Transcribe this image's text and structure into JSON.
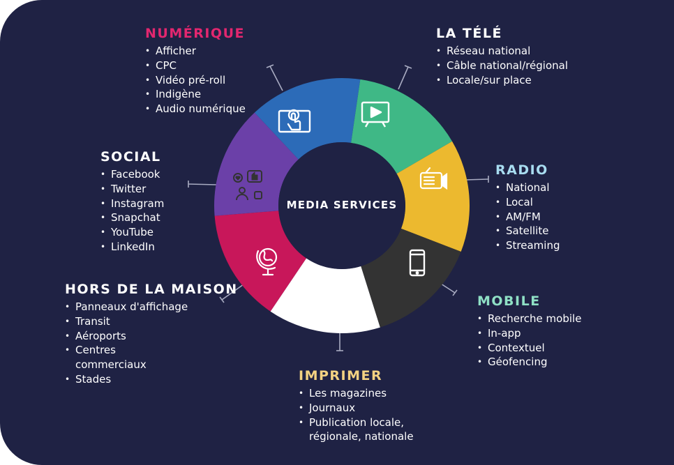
{
  "center_label": "MEDIA SERVICES",
  "colors": {
    "background": "#1f2244",
    "numerique": "#c8175a",
    "tele": "#6b40a8",
    "radio": "#2c6bb8",
    "mobile": "#3fb886",
    "imprimer": "#ecb92f",
    "hors": "#333333",
    "social": "#ffffff"
  },
  "groups": [
    {
      "key": "numerique",
      "title": "NUMÉRIQUE",
      "title_color": "#e3276f",
      "items": [
        "Afficher",
        "CPC",
        "Vidéo pré-roll",
        "Indigène",
        "Audio numérique"
      ]
    },
    {
      "key": "tele",
      "title": "LA TÉLÉ",
      "title_color": "#ffffff",
      "items": [
        "Réseau national",
        "Câble national/régional",
        "Locale/sur place"
      ]
    },
    {
      "key": "radio",
      "title": "RADIO",
      "title_color": "#a8dcf0",
      "items": [
        "National",
        "Local",
        "AM/FM",
        "Satellite",
        "Streaming"
      ]
    },
    {
      "key": "mobile",
      "title": "MOBILE",
      "title_color": "#8fe0c5",
      "items": [
        "Recherche mobile",
        "In-app",
        "Contextuel",
        "Géofencing"
      ]
    },
    {
      "key": "imprimer",
      "title": "IMPRIMER",
      "title_color": "#f3d282",
      "items": [
        "Les magazines",
        "Journaux",
        "Publication locale,",
        "régionale, nationale"
      ]
    },
    {
      "key": "hors",
      "title": "HORS DE LA MAISON",
      "title_color": "#ffffff",
      "items": [
        "Panneaux d'affichage",
        "Transit",
        "Aéroports",
        "Centres",
        "commerciaux",
        "Stades"
      ]
    },
    {
      "key": "social",
      "title": "SOCIAL",
      "title_color": "#ffffff",
      "items": [
        "Facebook",
        "Twitter",
        "Instagram",
        "Snapchat",
        "YouTube",
        "LinkedIn"
      ]
    }
  ],
  "icons": {
    "numerique": "touchscreen-icon",
    "tele": "tv-play-icon",
    "radio": "radio-icon",
    "mobile": "smartphone-icon",
    "imprimer": "print-layout-icon",
    "hors": "globe-icon",
    "social": "social-reactions-icon"
  }
}
